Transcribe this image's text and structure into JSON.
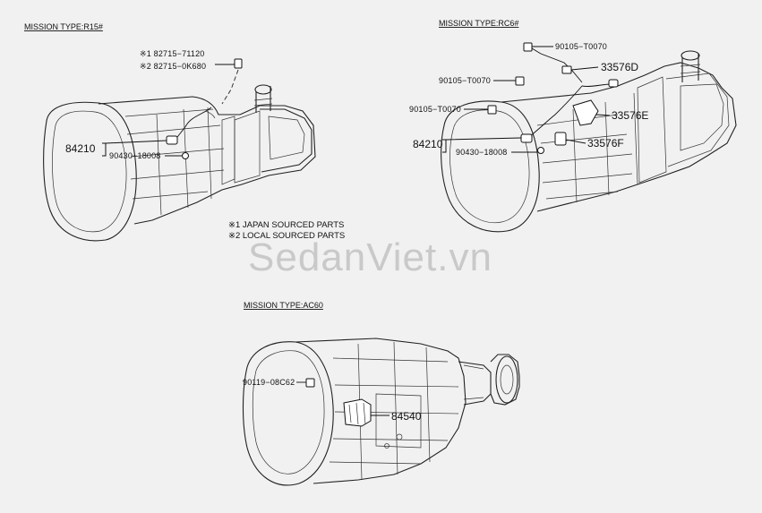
{
  "watermark": "SedanViet.vn",
  "diagrams": {
    "r15": {
      "title": "MISSION TYPE:R15#",
      "labels": {
        "part_82715_71120": "※1  82715−71120",
        "part_82715_0K680": "※2  82715−0K680",
        "part_84210": "84210",
        "part_90430_18008": "90430−18008"
      },
      "notes": [
        "※1 JAPAN SOURCED PARTS",
        "※2 LOCAL SOURCED PARTS"
      ]
    },
    "rc6": {
      "title": "MISSION TYPE:RC6#",
      "labels": {
        "part_90105_T0070_a": "90105−T0070",
        "part_33576D": "33576D",
        "part_90105_T0070_b": "90105−T0070",
        "part_90105_T0070_c": "90105−T0070",
        "part_33576E": "33576E",
        "part_84210": "84210",
        "part_90430_18008": "90430−18008",
        "part_33576F": "33576F"
      }
    },
    "ac60": {
      "title": "MISSION TYPE:AC60",
      "labels": {
        "part_90119_08C62": "90119−08C62",
        "part_84540": "84540"
      }
    }
  }
}
